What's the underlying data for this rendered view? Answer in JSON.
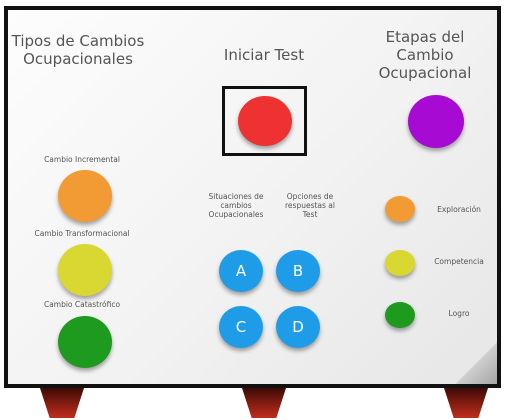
{
  "headings": {
    "tipos": "Tipos de Cambios\nOcupacionales",
    "iniciar": "Iniciar Test",
    "etapas": "Etapas del\nCambio\nOcupacional"
  },
  "cambios": [
    {
      "label": "Cambio Incremental",
      "color": "#f29a33"
    },
    {
      "label": "Cambio Transformacional",
      "color": "#d9d833"
    },
    {
      "label": "Cambio Catastrófico",
      "color": "#1e9a1e"
    }
  ],
  "columns": {
    "situaciones": "Situaciones de\ncambios\nOcupacionales",
    "opciones": "Opciones de\nrespuestas al\nTest"
  },
  "buttons": [
    "A",
    "B",
    "C",
    "D"
  ],
  "etapas": [
    {
      "label": "Exploración",
      "color": "#f29a33"
    },
    {
      "label": "Competencia",
      "color": "#d9d833"
    },
    {
      "label": "Logro",
      "color": "#1e9a1e"
    }
  ],
  "colors": {
    "start": "#ee3131",
    "etapas_button": "#a70ad3",
    "letter_buttons": "#1e9ce8"
  }
}
